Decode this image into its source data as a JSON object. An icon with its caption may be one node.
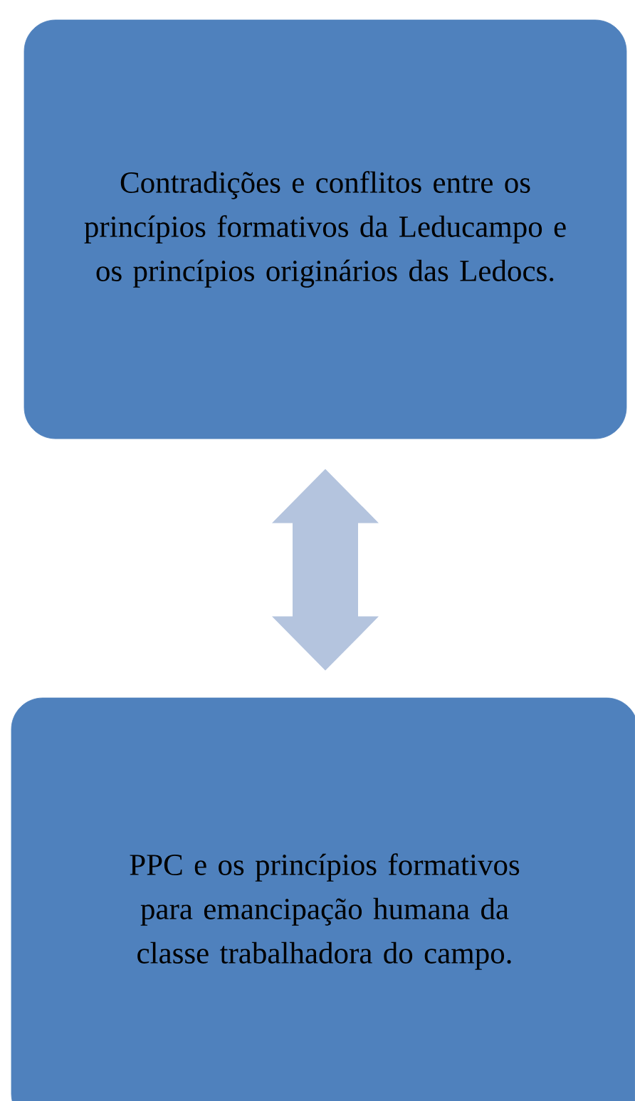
{
  "diagram": {
    "nodes": [
      {
        "text": [
          "Contradições e conflitos entre os princípios formativos da Leducampo e os princípios originários das Ledocs."
        ]
      },
      {
        "text": [
          "PPC e os princípios formativos para emancipação humana da classe trabalhadora do campo."
        ]
      }
    ],
    "edges": [
      {
        "from": 0,
        "to": 1,
        "arrow": "both"
      }
    ]
  }
}
